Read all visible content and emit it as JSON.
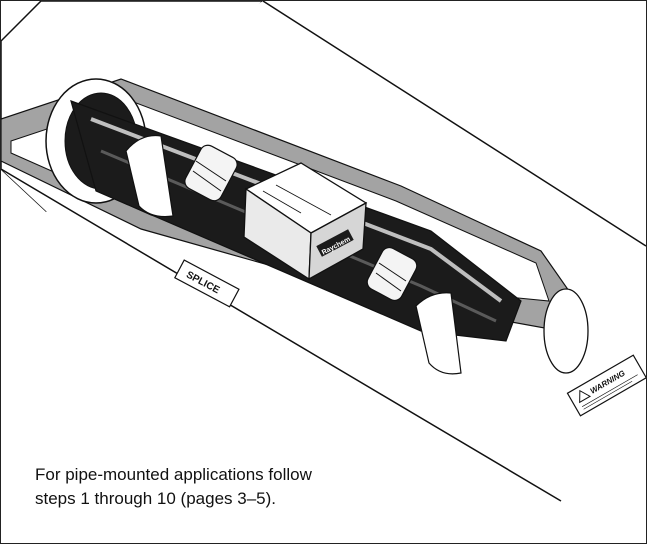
{
  "illustration": {
    "pipe_label": "SPLICE",
    "device_brand": "Raychem",
    "warning_label": "WARNING"
  },
  "caption": {
    "line1": "For pipe-mounted applications follow",
    "line2": "steps 1 through 10 (pages 3–5)."
  },
  "colors": {
    "outline": "#111111",
    "insulation_cut": "#9a9a9a",
    "cable": "#1b1b1b",
    "highlight": "#e8e8e8"
  }
}
